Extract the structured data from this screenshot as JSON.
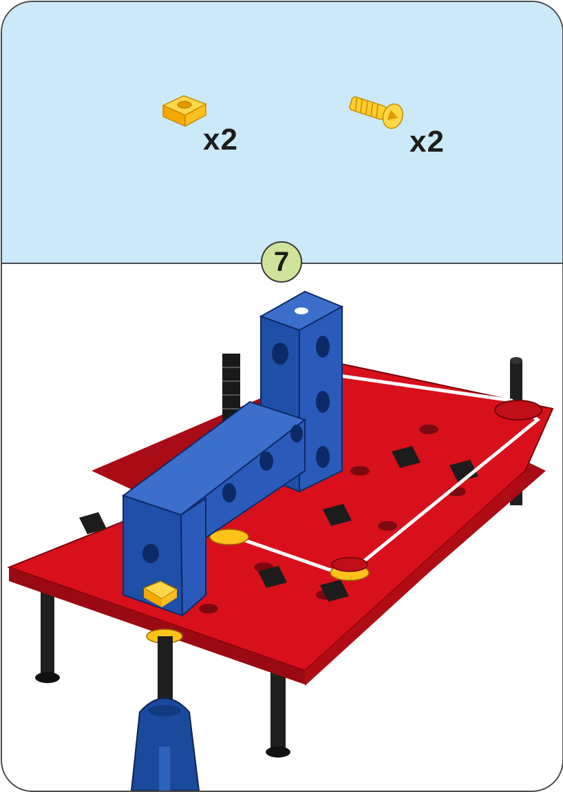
{
  "parts": [
    {
      "name": "nut",
      "icon": "square-nut-icon",
      "quantity": "x2",
      "color": "#ffc21a"
    },
    {
      "name": "screw",
      "icon": "screw-icon",
      "quantity": "x2",
      "color": "#ffc21a"
    }
  ],
  "step": {
    "number": "7"
  },
  "colors": {
    "parts_background": "#cbe9f8",
    "step_badge": "#cfe39a",
    "baseplate": "#d8101c",
    "blocks": "#1f4fa6",
    "axles": "#1a1a1a",
    "screwdriver": "#1b4a9c"
  }
}
